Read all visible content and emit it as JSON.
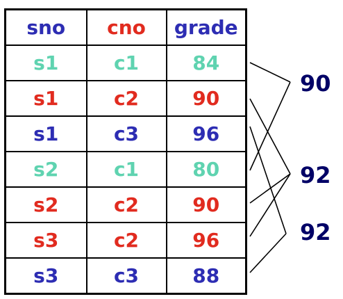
{
  "table": {
    "headers": [
      {
        "text": "sno",
        "color": "#2d2db3"
      },
      {
        "text": "cno",
        "color": "#e12b1f"
      },
      {
        "text": "grade",
        "color": "#2d2db3"
      }
    ],
    "rows": [
      {
        "sno": "s1",
        "cno": "c1",
        "grade": "84",
        "color": "#5fd3b0"
      },
      {
        "sno": "s1",
        "cno": "c2",
        "grade": "90",
        "color": "#e12b1f"
      },
      {
        "sno": "s1",
        "cno": "c3",
        "grade": "96",
        "color": "#2d2db3"
      },
      {
        "sno": "s2",
        "cno": "c1",
        "grade": "80",
        "color": "#5fd3b0"
      },
      {
        "sno": "s2",
        "cno": "c2",
        "grade": "90",
        "color": "#e12b1f"
      },
      {
        "sno": "s3",
        "cno": "c2",
        "grade": "96",
        "color": "#e12b1f"
      },
      {
        "sno": "s3",
        "cno": "c3",
        "grade": "88",
        "color": "#2d2db3"
      }
    ]
  },
  "averages": [
    "90",
    "92",
    "92"
  ]
}
